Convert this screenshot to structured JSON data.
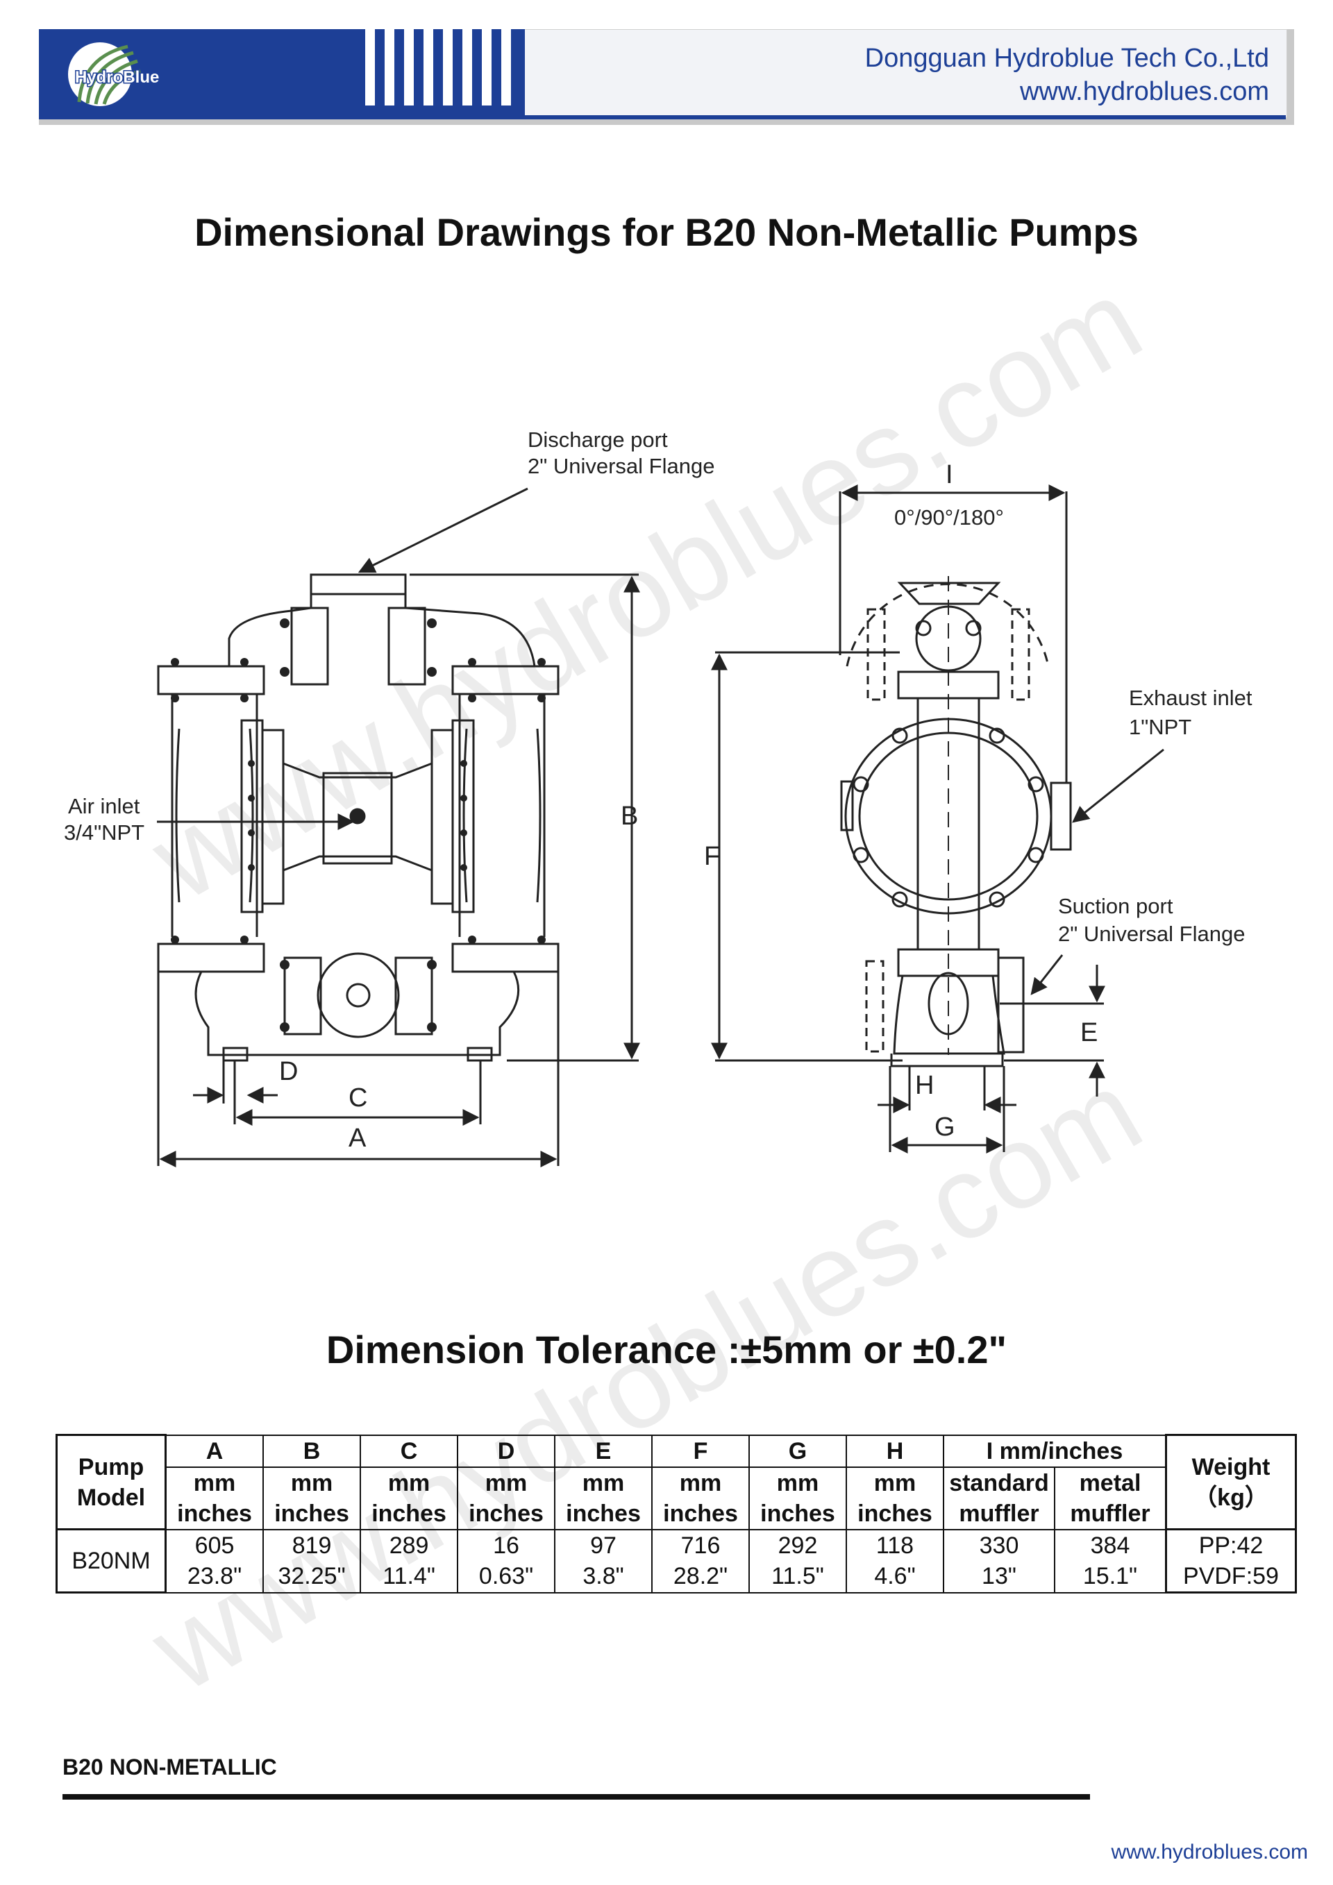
{
  "header": {
    "logo_text": "HydroBlue",
    "company": "Dongguan Hydroblue Tech Co.,Ltd",
    "website": "www.hydroblues.com"
  },
  "title": "Dimensional Drawings for B20 Non-Metallic Pumps",
  "drawing": {
    "labels": {
      "discharge_1": "Discharge port",
      "discharge_2": "2\" Universal Flange",
      "air_1": "Air inlet",
      "air_2": "3/4\"NPT",
      "angle": "0°/90°/180°",
      "exhaust_1": "Exhaust inlet",
      "exhaust_2": "1\"NPT",
      "suction_1": "Suction port",
      "suction_2": "2\" Universal Flange"
    },
    "dims": {
      "A": "A",
      "B": "B",
      "C": "C",
      "D": "D",
      "E": "E",
      "F": "F",
      "G": "G",
      "H": "H",
      "I": "I"
    }
  },
  "tolerance": "Dimension Tolerance :±5mm or ±0.2\"",
  "table": {
    "pump_model_header": "Pump Model",
    "columns": [
      "A",
      "B",
      "C",
      "D",
      "E",
      "F",
      "G",
      "H"
    ],
    "mm": "mm",
    "inches": "inches",
    "i_header": "I  mm/inches",
    "standard_muffler": "standard muffler",
    "metal_muffler": "metal muffler",
    "weight_header": "Weight",
    "weight_unit": "（kg）",
    "row": {
      "model": "B20NM",
      "A": [
        "605",
        "23.8\""
      ],
      "B": [
        "819",
        "32.25\""
      ],
      "C": [
        "289",
        "11.4\""
      ],
      "D": [
        "16",
        "0.63\""
      ],
      "E": [
        "97",
        "3.8\""
      ],
      "F": [
        "716",
        "28.2\""
      ],
      "G": [
        "292",
        "11.5\""
      ],
      "H": [
        "118",
        "4.6\""
      ],
      "I_standard": [
        "330",
        "13\""
      ],
      "I_metal": [
        "384",
        "15.1\""
      ],
      "weight": [
        "PP:42",
        "PVDF:59"
      ]
    }
  },
  "footer": {
    "label": "B20 NON-METALLIC",
    "url": "www.hydroblues.com"
  },
  "watermark": "www.hydroblues.com",
  "colors": {
    "brand": "#1d3f96",
    "text": "#111111",
    "watermark": "#ececec"
  }
}
